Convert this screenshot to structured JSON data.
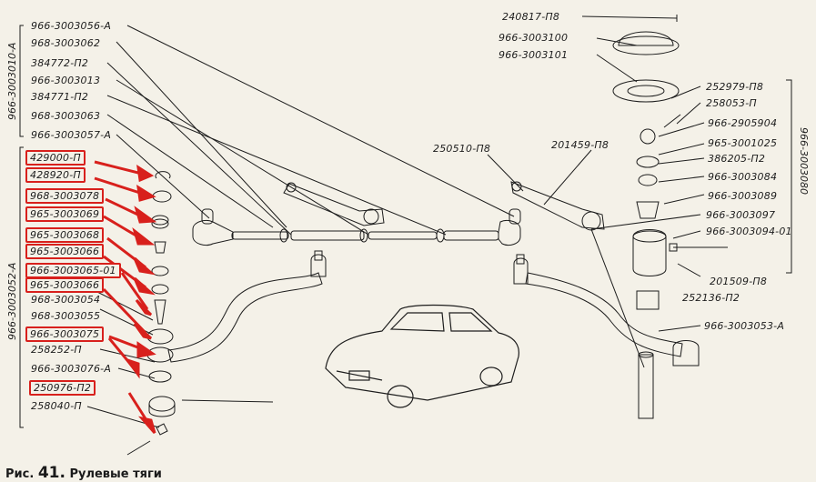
{
  "caption": {
    "prefix": "Рис.",
    "number": "41.",
    "title": "Рулевые тяги"
  },
  "group_labels": {
    "left_top": "966-3003010-А",
    "left_bottom": "966-3003052-А",
    "right": "966-3003080"
  },
  "part_numbers": {
    "p_966_3003056_a": "966-3003056-А",
    "p_968_3003062": "968-3003062",
    "p_384772_p2": "384772-П2",
    "p_966_3003013": "966-3003013",
    "p_384771_p2": "384771-П2",
    "p_968_3003063": "968-3003063",
    "p_966_3003057_a": "966-3003057-А",
    "p_429000_p": "429000-П",
    "p_428920_p": "428920-П",
    "p_968_3003078": "968-3003078",
    "p_965_3003069": "965-3003069",
    "p_965_3003068": "965-3003068",
    "p_965_3003066a": "965-3003066",
    "p_966_3003065_01": "966-3003065-01",
    "p_965_3003066b": "965-3003066",
    "p_968_3003054": "968-3003054",
    "p_968_3003055": "968-3003055",
    "p_966_3003075": "966-3003075",
    "p_258252_p": "258252-П",
    "p_966_3003076_a": "966-3003076-А",
    "p_250976_p2": "250976-П2",
    "p_258040_p": "258040-П",
    "p_240817_p8": "240817-П8",
    "p_966_3003100": "966-3003100",
    "p_966_3003101": "966-3003101",
    "p_252979_p8": "252979-П8",
    "p_258053_p": "258053-П",
    "p_966_2905904": "966-2905904",
    "p_965_3001025": "965-3001025",
    "p_386205_p2": "386205-П2",
    "p_966_3003084": "966-3003084",
    "p_966_3003089": "966-3003089",
    "p_966_3003097": "966-3003097",
    "p_966_3003094_01": "966-3003094-01",
    "p_201509_p8": "201509-П8",
    "p_252136_p2": "252136-П2",
    "p_966_3003053_a": "966-3003053-А",
    "p_250510_p8": "250510-П8",
    "p_201459_p8": "201459-П8"
  },
  "highlight_color": "#d8201c",
  "ink_color": "#1d1d1d"
}
